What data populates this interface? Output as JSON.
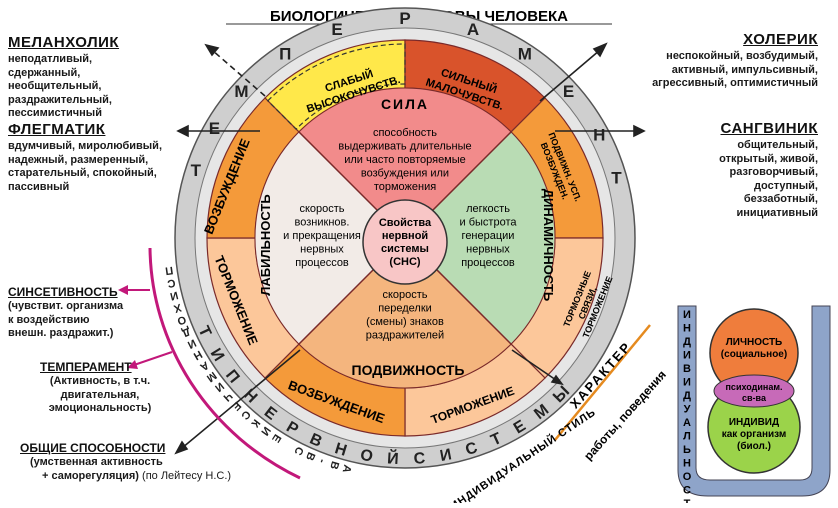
{
  "title": "БИОЛОГИЧЕСКИЕ ОСНОВЫ ЧЕЛОВЕКА",
  "temperaments": {
    "melancholic": {
      "name": "МЕЛАНХОЛИК",
      "traits": [
        "неподатливый,",
        "сдержанный,",
        "необщительный,",
        "раздражительный,",
        "пессимистичный"
      ]
    },
    "choleric": {
      "name": "ХОЛЕРИК",
      "traits": [
        "неспокойный, возбудимый,",
        "активный, импульсивный,",
        "агрессивный, оптимистичный"
      ]
    },
    "phlegmatic": {
      "name": "ФЛЕГМАТИК",
      "traits": [
        "вдумчивый, миролюбивый,",
        "надежный, размеренный,",
        "старательный, спокойный,",
        "пассивный"
      ]
    },
    "sanguine": {
      "name": "САНГВИНИК",
      "traits": [
        "общительный,",
        "открытый, живой,",
        "разговорчивый,",
        "доступный,",
        "беззаботный,",
        "инициативный"
      ]
    }
  },
  "ring_word": {
    "temperament_letters": [
      "Т",
      "Е",
      "М",
      "П",
      "Е",
      "Р",
      "А",
      "М",
      "Е",
      "Н",
      "Т"
    ]
  },
  "ns_type_text": "ТИП НЕРВНОЙ СИСТЕМЫ",
  "outer_segments": {
    "weak": [
      "СЛАБЫЙ",
      "ВЫСОКОЧУВСТВ."
    ],
    "strong": [
      "СИЛЬНЫЙ",
      "МАЛОЧУВСТВ."
    ],
    "top_right_side": [
      "ПОДВИЖН. УСП.",
      "ВОЗБУЖДЕН."
    ],
    "right_lower": [
      "ТОРМОЗНЫЕ",
      "СВЯЗИ,",
      "ТОРМОЖЕНИЕ"
    ],
    "left_upper": "ВОЗБУЖДЕНИЕ",
    "left_lower": "ТОРМОЖЕНИЕ",
    "bottom_left": "ВОЗБУЖДЕНИЕ",
    "bottom_right": "ТОРМОЖЕНИЕ"
  },
  "inner": {
    "strength_label": "СИЛА",
    "strength_desc": [
      "способность",
      "выдерживать длительные",
      "или часто повторяемые",
      "возбуждения или",
      "торможения"
    ],
    "lability_label": "ЛАБИЛЬНОСТЬ",
    "lability_desc": [
      "скорость",
      "возникнов.",
      "и прекращения",
      "нервных",
      "процессов"
    ],
    "dynamics_label": "ДИНАМИЧНОСТЬ",
    "dynamics_desc": [
      "легкость",
      "и быстрота",
      "генерации",
      "нервных",
      "процессов"
    ],
    "mobility_label": "ПОДВИЖНОСТЬ",
    "mobility_desc": [
      "скорость",
      "переделки",
      "(смены) знаков",
      "раздражителей"
    ],
    "center": [
      "Свойства",
      "нервной",
      "системы",
      "(СНС)"
    ]
  },
  "left_bottom": {
    "psycho_props": "ПСИХОДИНАМИЧЕСКИЕ СВ-ВА",
    "sensitivity_title": "СИНСЕТИВНОСТЬ",
    "sensitivity_desc": [
      "(чувствит. организма",
      "к воздействию",
      "внешн. раздражит.)"
    ],
    "temperament_title": "ТЕМПЕРАМЕНТ",
    "temperament_desc": [
      "(Активность, в т.ч.",
      "двигательная,",
      "эмоциональность)"
    ],
    "abilities_title": "ОБЩИЕ СПОСОБНОСТИ",
    "abilities_desc_1": "(умственная активность",
    "abilities_desc_2": "+ саморегуляция)",
    "abilities_source": "(по Лейтесу Н.С.)"
  },
  "right_bottom": {
    "character": "ХАРАКТЕР",
    "individual_style": "ИНДИВИДУАЛЬНЫЙ СТИЛЬ",
    "work_behavior": "работы, поведения",
    "individuality": "ИНДИВИДУАЛЬНОСТЬ",
    "personality": [
      "ЛИЧНОСТЬ",
      "(социальное)"
    ],
    "overlap": [
      "психодинам.",
      "св-ва"
    ],
    "individual": [
      "ИНДИВИД",
      "как организм",
      "(биол.)"
    ]
  },
  "colors": {
    "ring": "#cfcfcf",
    "weak": "#ffe84a",
    "strong": "#d9532b",
    "orange": "#f49a3a",
    "peach": "#fcc79a",
    "pink": "#f7a3a3",
    "center_top": "#f28b8b",
    "left_quad": "#f2ebe7",
    "right_quad": "#b9dcb4",
    "bottom_quad": "#f4b57e",
    "center_circle": "#f8c6c6",
    "personality": "#ef7d3c",
    "individual": "#9bd34a",
    "magenta": "#c2187a",
    "orange_line": "#e58a1f",
    "u_shape": "#8ea4c9"
  }
}
